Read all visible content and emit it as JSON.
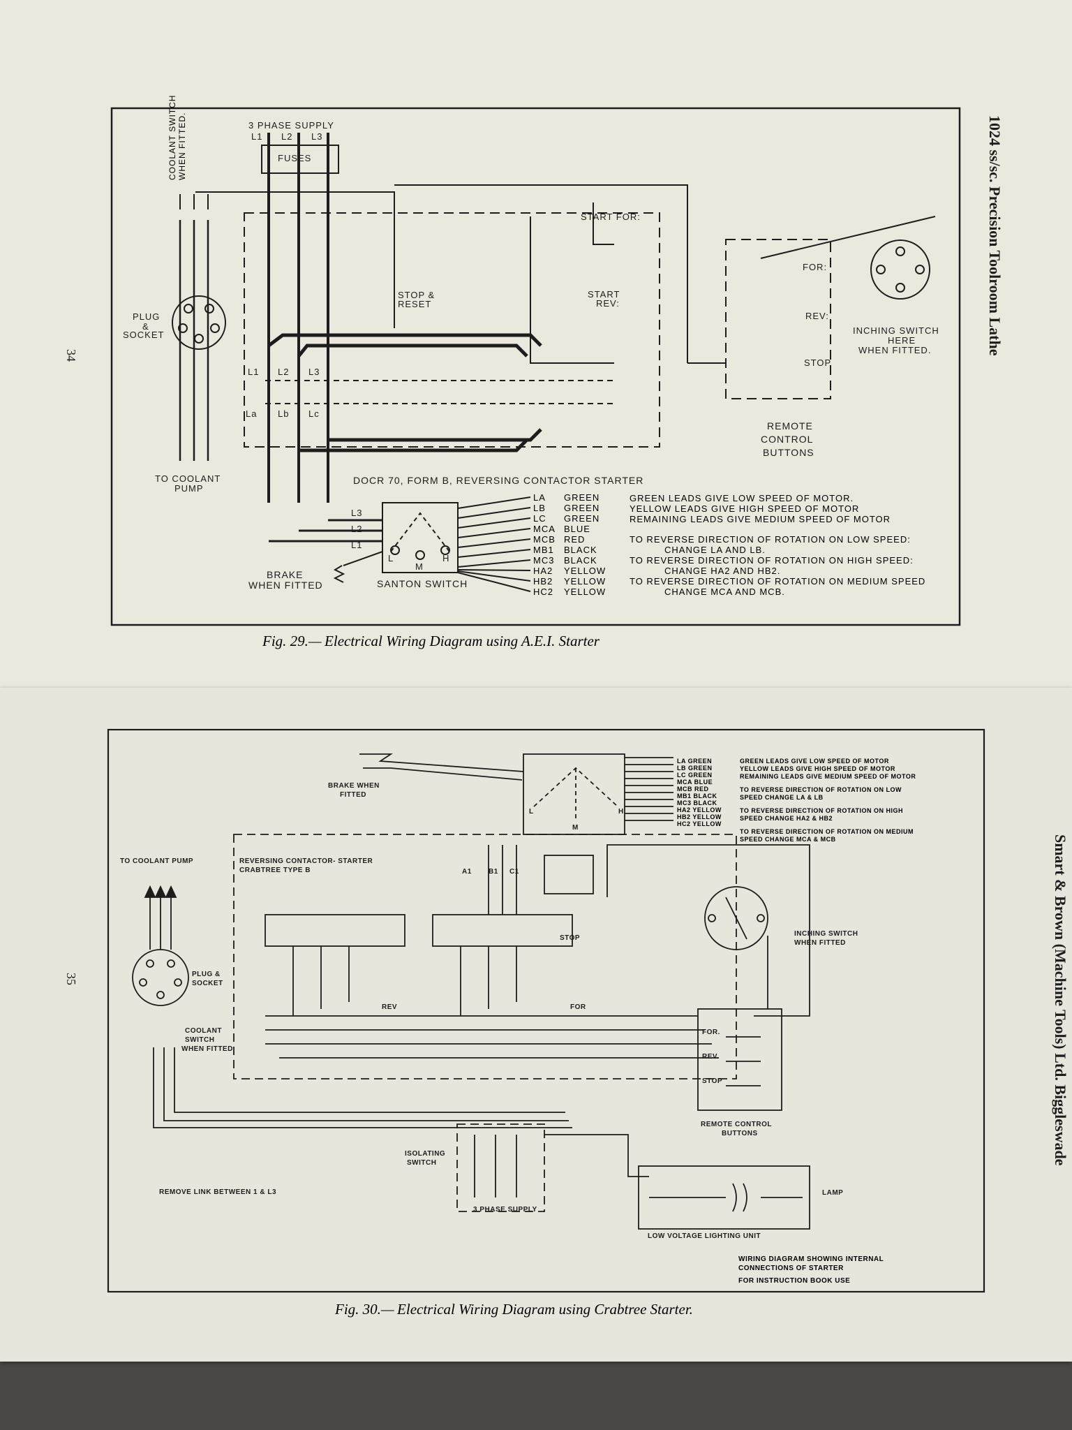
{
  "top_page": {
    "page_number": "34",
    "running_head": "1024 ss/sc. Precision Toolroom Lathe",
    "caption_fig": "Fig. 29.—",
    "caption_text": "Electrical Wiring Diagram using A.E.I. Starter",
    "labels": {
      "supply": "3 PHASE SUPPLY",
      "l_phases": [
        "L1",
        "L2",
        "L3"
      ],
      "fuses": "FUSES",
      "coolant_switch": [
        "COOLANT SWITCH",
        "WHEN FITTED."
      ],
      "plug_socket": [
        "PLUG",
        "&",
        "SOCKET"
      ],
      "to_coolant_pump": [
        "TO COOLANT",
        "PUMP"
      ],
      "stop_reset": [
        "STOP &",
        "RESET"
      ],
      "start_for": "START FOR:",
      "start_rev": [
        "START",
        "REV:"
      ],
      "for": "FOR:",
      "rev": "REV:",
      "stop": "STOP",
      "inching_switch": [
        "INCHING SWITCH",
        "HERE",
        "WHEN FITTED."
      ],
      "remote_control": [
        "REMOTE",
        "CONTROL",
        "BUTTONS"
      ],
      "contactor_terms": [
        "L1",
        "L2",
        "L3",
        "La",
        "Lb",
        "Lc"
      ],
      "starter_title": "DOCR 70, FORM B, REVERSING CONTACTOR STARTER",
      "motor_terms": [
        "L3",
        "L2",
        "L1"
      ],
      "santon_lmh": [
        "L",
        "M",
        "H"
      ],
      "santon_switch": "SANTON SWITCH",
      "brake": [
        "BRAKE",
        "WHEN FITTED"
      ]
    },
    "leads": [
      {
        "code": "LA",
        "colour": "GREEN"
      },
      {
        "code": "LB",
        "colour": "GREEN"
      },
      {
        "code": "LC",
        "colour": "GREEN"
      },
      {
        "code": "MCA",
        "colour": "BLUE"
      },
      {
        "code": "MCB",
        "colour": "RED"
      },
      {
        "code": "MB1",
        "colour": "BLACK"
      },
      {
        "code": "MC3",
        "colour": "BLACK"
      },
      {
        "code": "HA2",
        "colour": "YELLOW"
      },
      {
        "code": "HB2",
        "colour": "YELLOW"
      },
      {
        "code": "HC2",
        "colour": "YELLOW"
      }
    ],
    "notes": [
      "GREEN LEADS GIVE LOW SPEED OF MOTOR.",
      "YELLOW LEADS GIVE HIGH SPEED OF MOTOR",
      "REMAINING LEADS GIVE MEDIUM SPEED OF MOTOR",
      "TO REVERSE DIRECTION OF ROTATION ON LOW SPEED:",
      "CHANGE LA AND LB.",
      "TO REVERSE DIRECTION OF ROTATION ON HIGH SPEED:",
      "CHANGE HA2 AND HB2.",
      "TO REVERSE DIRECTION OF ROTATION ON MEDIUM SPEED",
      "CHANGE MCA AND MCB."
    ]
  },
  "bottom_page": {
    "page_number": "35",
    "running_head": "Smart & Brown (Machine Tools) Ltd. Biggleswade",
    "caption_fig": "Fig. 30.—",
    "caption_text": "Electrical Wiring Diagram using Crabtree Starter.",
    "labels": {
      "brake": [
        "BRAKE WHEN",
        "FITTED"
      ],
      "to_coolant_pump": "TO COOLANT PUMP",
      "starter": [
        "REVERSING CONTACTOR- STARTER",
        "CRABTREE TYPE B"
      ],
      "plug_socket": [
        "PLUG &",
        "SOCKET"
      ],
      "coolant_switch": [
        "COOLANT",
        "SWITCH",
        "WHEN FITTED"
      ],
      "santon_lmh": [
        "L",
        "M",
        "H"
      ],
      "phase_terms": [
        "A1",
        "B1",
        "C1"
      ],
      "stop": "STOP",
      "rev": "REV",
      "for": "FOR",
      "inching_switch": [
        "INCHING SWITCH",
        "WHEN FITTED"
      ],
      "remote_buttons": [
        "FOR.",
        "REV.",
        "STOP"
      ],
      "remote_control": [
        "REMOTE CONTROL",
        "BUTTONS"
      ],
      "isolating_switch": [
        "ISOLATING",
        "SWITCH"
      ],
      "supply": "3 PHASE SUPPLY",
      "remove_link": "REMOVE LINK BETWEEN 1 & L3",
      "lamp": "LAMP",
      "lighting_unit": "LOW VOLTAGE LIGHTING UNIT",
      "internal_note": [
        "WIRING DIAGRAM SHOWING INTERNAL",
        "CONNECTIONS OF STARTER",
        "FOR INSTRUCTION BOOK USE"
      ]
    },
    "leads": [
      "LA GREEN",
      "LB GREEN",
      "LC GREEN",
      "MCA BLUE",
      "MCB RED",
      "MB1 BLACK",
      "MC3 BLACK",
      "HA2 YELLOW",
      "HB2 YELLOW",
      "HC2 YELLOW"
    ],
    "notes": [
      "GREEN LEADS GIVE LOW SPEED OF MOTOR",
      "YELLOW LEADS GIVE HIGH SPEED OF MOTOR",
      "REMAINING LEADS GIVE MEDIUM SPEED OF MOTOR",
      "TO REVERSE DIRECTION OF ROTATION ON LOW",
      "SPEED CHANGE LA & LB",
      "TO REVERSE DIRECTION OF ROTATION ON HIGH",
      "SPEED CHANGE HA2 & HB2",
      "TO REVERSE DIRECTION OF ROTATION ON MEDIUM",
      "SPEED CHANGE MCA & MCB"
    ]
  },
  "colors": {
    "paper": "#ebe8de",
    "ink": "#1d1d1d",
    "backdrop": "#4a4744"
  }
}
